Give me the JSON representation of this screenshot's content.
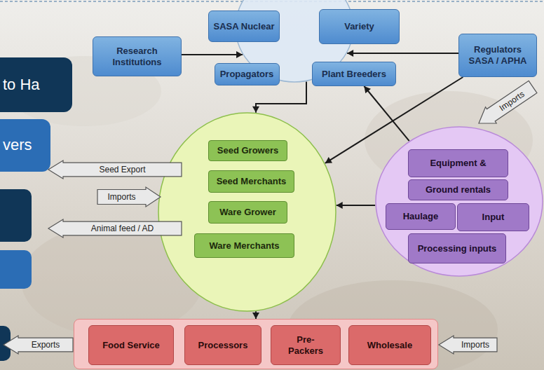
{
  "diagram": {
    "nodes": [
      {
        "text": [
          "to Ha"
        ]
      },
      {
        "text": [
          "vers"
        ]
      },
      {
        "text": []
      },
      {
        "text": [
          "SASA Nuclear"
        ],
        "in": 2
      },
      {
        "text": [
          "Variety"
        ],
        "in": 2
      },
      {
        "text": [
          "Research Institutions"
        ]
      },
      {
        "text": [
          "Regulators SASA / APHA"
        ]
      },
      {
        "text": [
          "Propagators"
        ],
        "in": 2
      },
      {
        "text": [
          "Plant Breeders"
        ],
        "in": 2
      },
      {
        "text": [
          "Imports"
        ]
      },
      {
        "text": []
      },
      {
        "text": [
          "Seed Growers"
        ],
        "in": 10
      },
      {
        "text": [
          "Seed Export"
        ]
      },
      {
        "text": [
          "Seed Merchants"
        ],
        "in": 10
      },
      {
        "text": [
          "Imports"
        ]
      },
      {
        "text": [
          "Ware Grower"
        ],
        "in": 10
      },
      {
        "text": [
          "Animal feed / AD"
        ]
      },
      {
        "text": [
          "Ware Merchants"
        ],
        "in": 10
      },
      {
        "text": []
      },
      {
        "text": [
          "Equipment &"
        ],
        "in": 18
      },
      {
        "text": [
          "Ground rentals"
        ],
        "in": 18
      },
      {
        "text": [
          "Haulage"
        ],
        "in": 18
      },
      {
        "text": [
          "Input"
        ],
        "in": 18
      },
      {
        "text": [
          "Processing inputs"
        ],
        "in": 18
      },
      {
        "text": []
      },
      {
        "text": [
          "Exports"
        ]
      },
      {
        "text": [
          "Food Service"
        ],
        "in": 24
      },
      {
        "text": [
          "Processors"
        ],
        "in": 24
      },
      {
        "text": [
          "Pre- Packers"
        ],
        "in": 24
      },
      {
        "text": [
          "Wholesale"
        ],
        "in": 24
      },
      {
        "text": [
          "Imports"
        ]
      }
    ],
    "edges": [
      {
        "from": 5,
        "to": 2,
        "arrow": "to"
      },
      {
        "from": 6,
        "to": 2,
        "arrow": "to"
      },
      {
        "from": 6,
        "to": 10,
        "arrow": "to"
      },
      {
        "from": 18,
        "to": 8,
        "arrow": "to"
      },
      {
        "from": 18,
        "to": 10,
        "arrow": "to"
      },
      {
        "from": 2,
        "to": 10,
        "arrow": "to"
      },
      {
        "from": 10,
        "to": 24,
        "arrow": "to"
      }
    ]
  }
}
